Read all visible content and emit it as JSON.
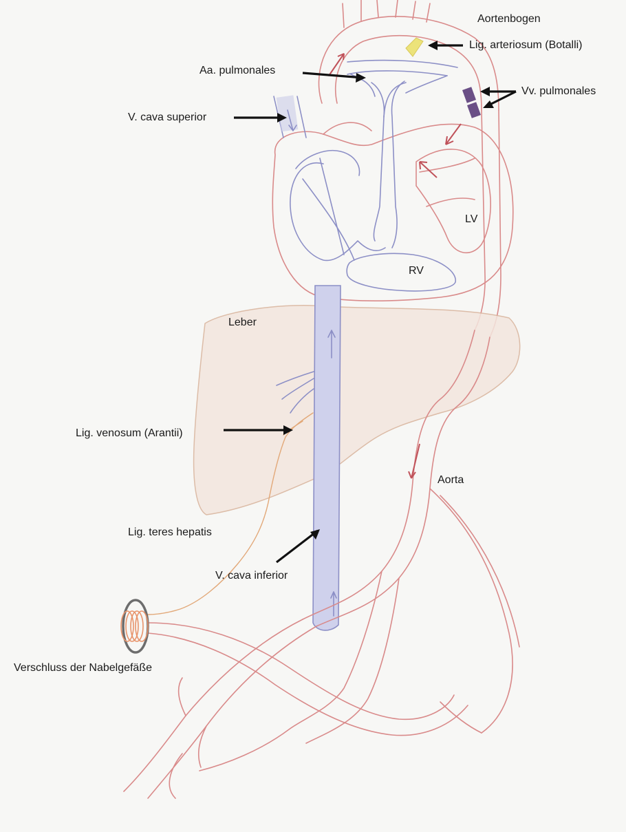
{
  "labels": {
    "aortenbogen": "Aortenbogen",
    "lig_arteriosum": "Lig. arteriosum (Botalli)",
    "aa_pulmonales": "Aa. pulmonales",
    "vv_pulmonales": "Vv. pulmonales",
    "v_cava_superior": "V. cava superior",
    "lv": "LV",
    "rv": "RV",
    "leber": "Leber",
    "lig_venosum": "Lig. venosum (Arantii)",
    "aorta": "Aorta",
    "lig_teres": "Lig. teres hepatis",
    "v_cava_inferior": "V. cava inferior",
    "verschluss": "Verschluss der Nabelgefäße"
  },
  "colors": {
    "background": "#f7f7f5",
    "arterial_red": "#d98a8a",
    "arterial_red_dark": "#c0525a",
    "venous_blue": "#8c8fc6",
    "venous_fill": "#c9cbe8",
    "ligament_yellow": "#ece37a",
    "ligament_orange": "#e2a878",
    "clamp_gray": "#6d6d6d",
    "pulmonary_vein_purple": "#6a4f86",
    "arrow_black": "#111111"
  }
}
